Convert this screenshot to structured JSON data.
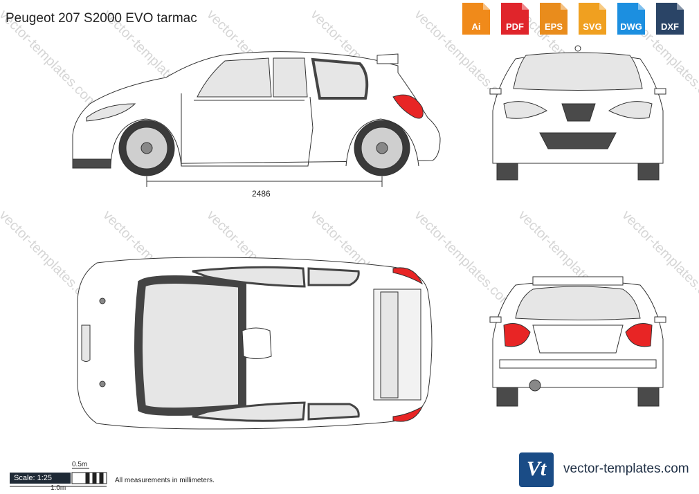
{
  "title": "Peugeot 207 S2000 EVO tarmac",
  "formats": [
    {
      "label": "Ai",
      "color": "#f08a1a"
    },
    {
      "label": "PDF",
      "color": "#e0252b"
    },
    {
      "label": "EPS",
      "color": "#e98c1c"
    },
    {
      "label": "SVG",
      "color": "#f0a020"
    },
    {
      "label": "DWG",
      "color": "#1c8fe0"
    },
    {
      "label": "DXF",
      "color": "#2a4466"
    }
  ],
  "watermark_text": "vector-templates.com",
  "dimension_wheelbase": "2486",
  "scale": {
    "label": "Scale: 1:25",
    "half_meter": "0.5m",
    "meter": "1.0m"
  },
  "note": "All measurements in millimeters.",
  "brand": {
    "logo": "Vt",
    "text": "vector-templates.com",
    "color": "#1a4c86"
  },
  "colors": {
    "accent_red": "#e82525",
    "glass": "#e6e6e6",
    "dark": "#4a4a4a"
  }
}
